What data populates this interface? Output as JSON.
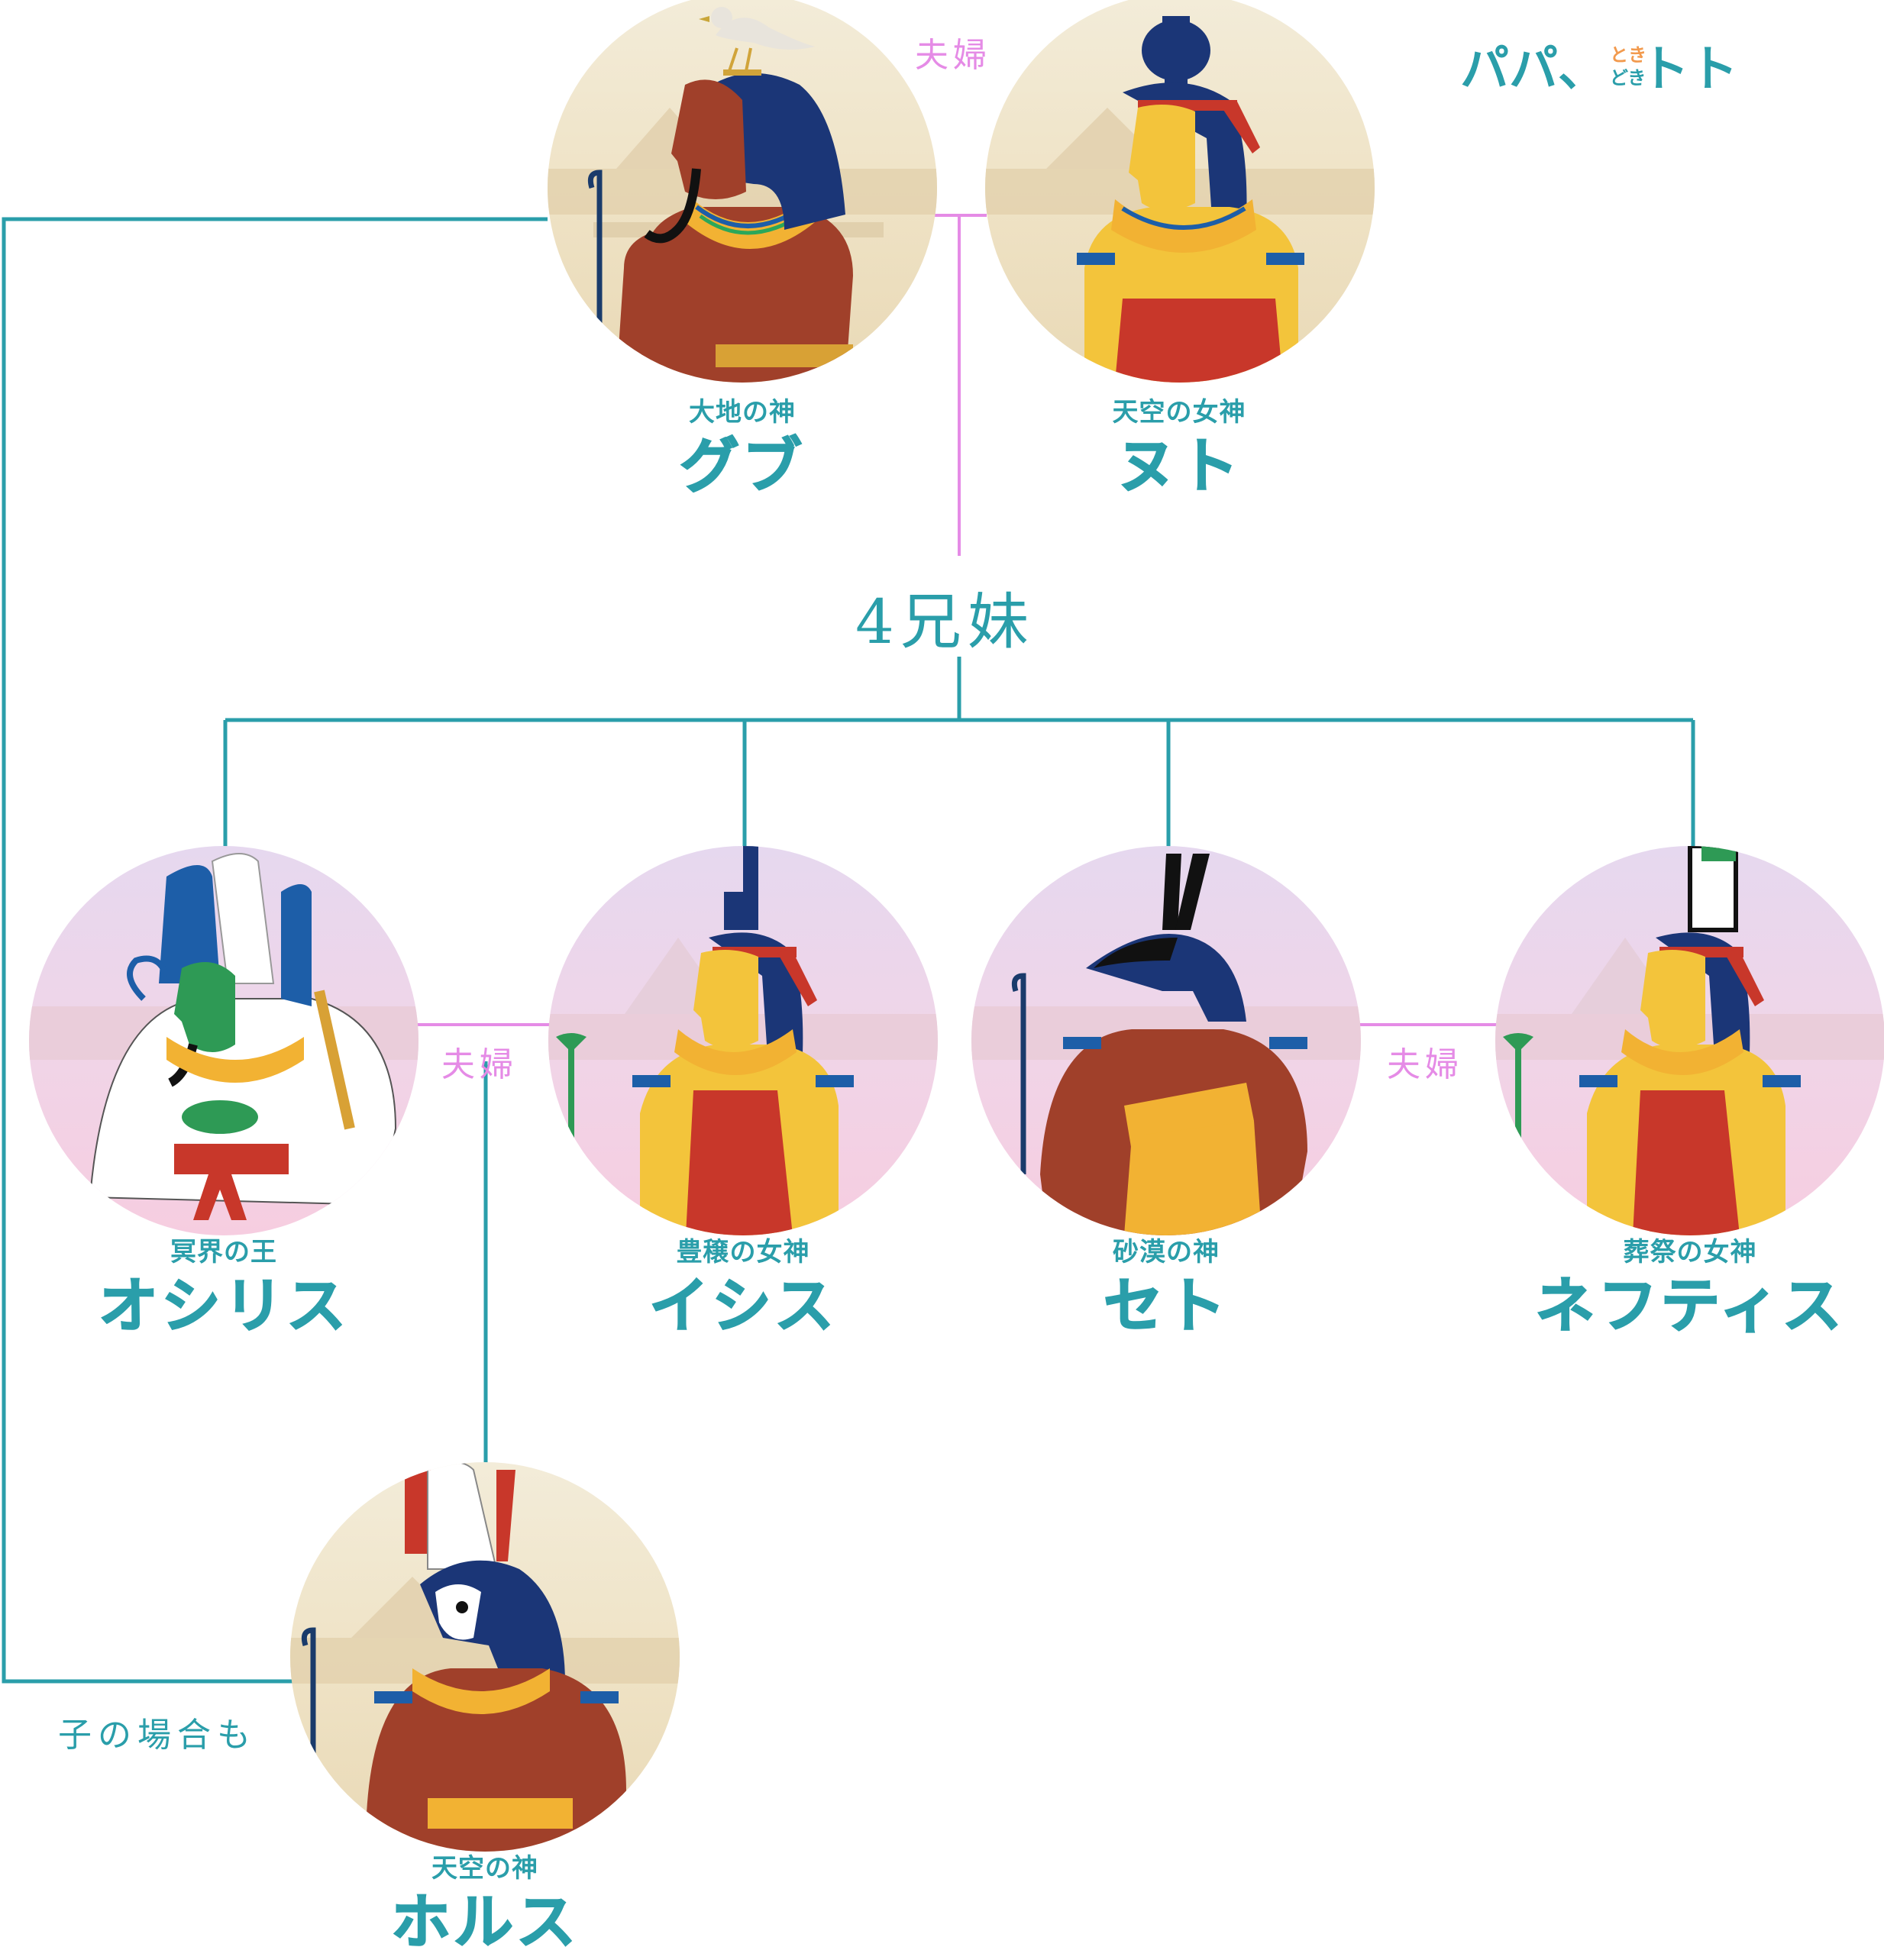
{
  "logo": {
    "part1": "パパ、",
    "small_top": "とき",
    "small_bottom": "どき",
    "part2": "トト",
    "color": "#2a9eaa",
    "accent": "#f29a4e"
  },
  "labels": {
    "couple": "夫婦",
    "siblings": "4兄妹",
    "child_case": "子の場合も"
  },
  "colors": {
    "teal": "#2a9eaa",
    "pink": "#e58be6"
  },
  "gods": {
    "geb": {
      "role": "大地の神",
      "name": "グブ"
    },
    "nut": {
      "role": "天空の女神",
      "name": "ヌト"
    },
    "osiris": {
      "role": "冥界の王",
      "name": "オシリス"
    },
    "isis": {
      "role": "豊穣の女神",
      "name": "イシス"
    },
    "set": {
      "role": "砂漠の神",
      "name": "セト"
    },
    "nephthys": {
      "role": "葬祭の女神",
      "name": "ネフティス"
    },
    "horus": {
      "role": "天空の神",
      "name": "ホルス"
    }
  }
}
